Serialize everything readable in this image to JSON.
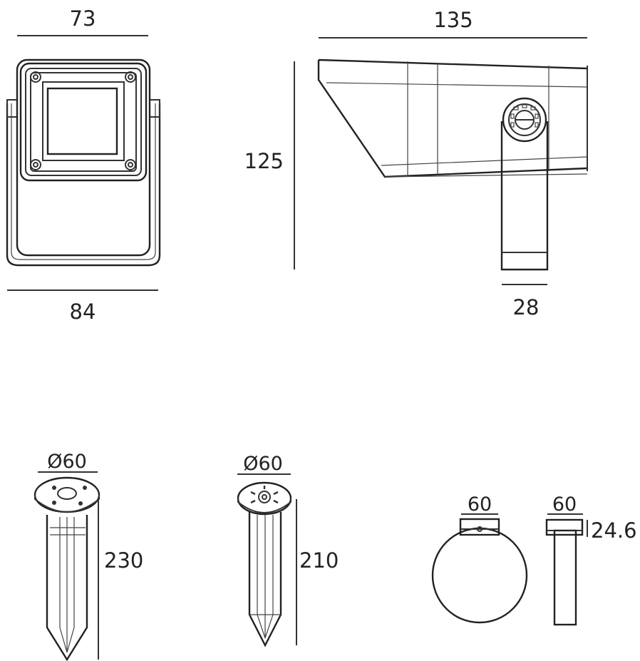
{
  "dimensions": {
    "front_top_width": "73",
    "front_bottom_width": "84",
    "side_length": "135",
    "side_height": "125",
    "bracket_width": "28",
    "spike1_diameter": "Ø60",
    "spike1_height": "230",
    "spike2_diameter": "Ø60",
    "spike2_height": "210",
    "clamp_front_width": "60",
    "clamp_side_width": "60",
    "clamp_side_height": "24.6"
  },
  "colors": {
    "line": "#333333",
    "text": "#222222",
    "background": "#ffffff"
  }
}
